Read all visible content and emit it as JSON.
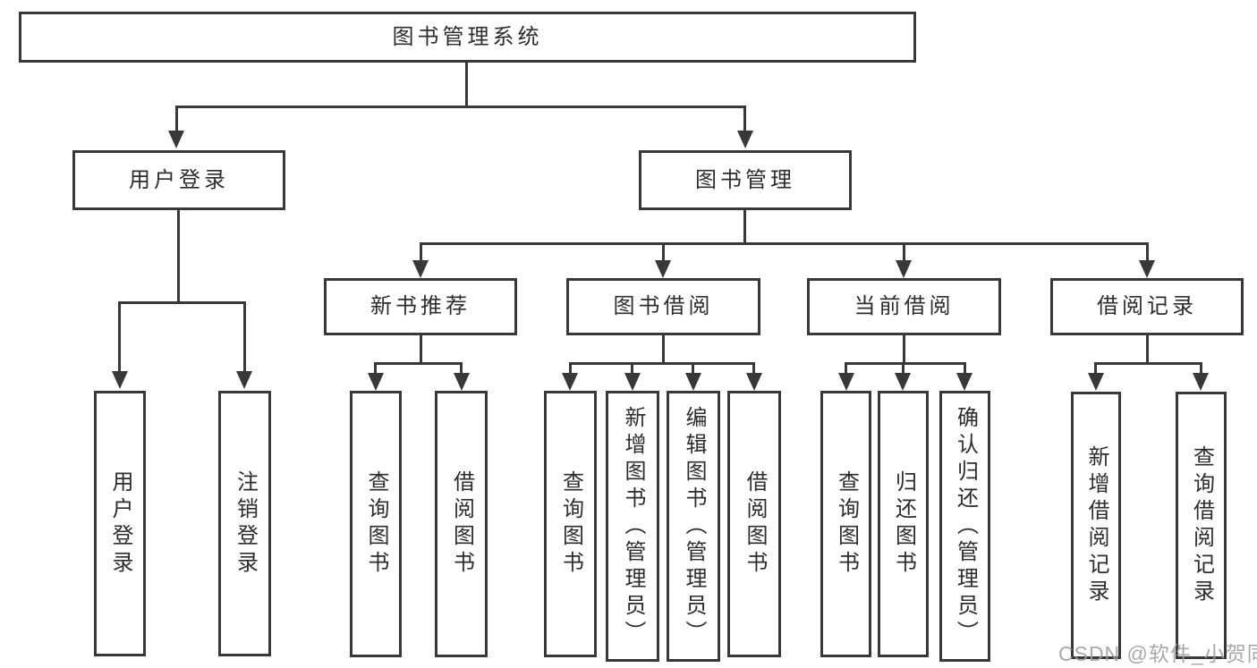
{
  "colors": {
    "line": "#383838",
    "text": "#2d2d2d",
    "watermark": "#a0a0a0",
    "background": "#ffffff"
  },
  "tree": {
    "label": "图书管理系统",
    "children": [
      {
        "label": "用户登录",
        "children": [
          {
            "label": "用户登录"
          },
          {
            "label": "注销登录"
          }
        ]
      },
      {
        "label": "图书管理",
        "children": [
          {
            "label": "新书推荐",
            "children": [
              {
                "label": "查询图书"
              },
              {
                "label": "借阅图书"
              }
            ]
          },
          {
            "label": "图书借阅",
            "children": [
              {
                "label": "查询图书"
              },
              {
                "label": "新增图书（管理员）"
              },
              {
                "label": "编辑图书（管理员）"
              },
              {
                "label": "借阅图书"
              }
            ]
          },
          {
            "label": "当前借阅",
            "children": [
              {
                "label": "查询图书"
              },
              {
                "label": "归还图书"
              },
              {
                "label": "确认归还（管理员）"
              }
            ]
          },
          {
            "label": "借阅记录",
            "children": [
              {
                "label": "新增借阅记录"
              },
              {
                "label": "查询借阅记录"
              }
            ]
          }
        ]
      }
    ]
  },
  "watermark": {
    "text": "CSDN @软件_小贺同学"
  }
}
